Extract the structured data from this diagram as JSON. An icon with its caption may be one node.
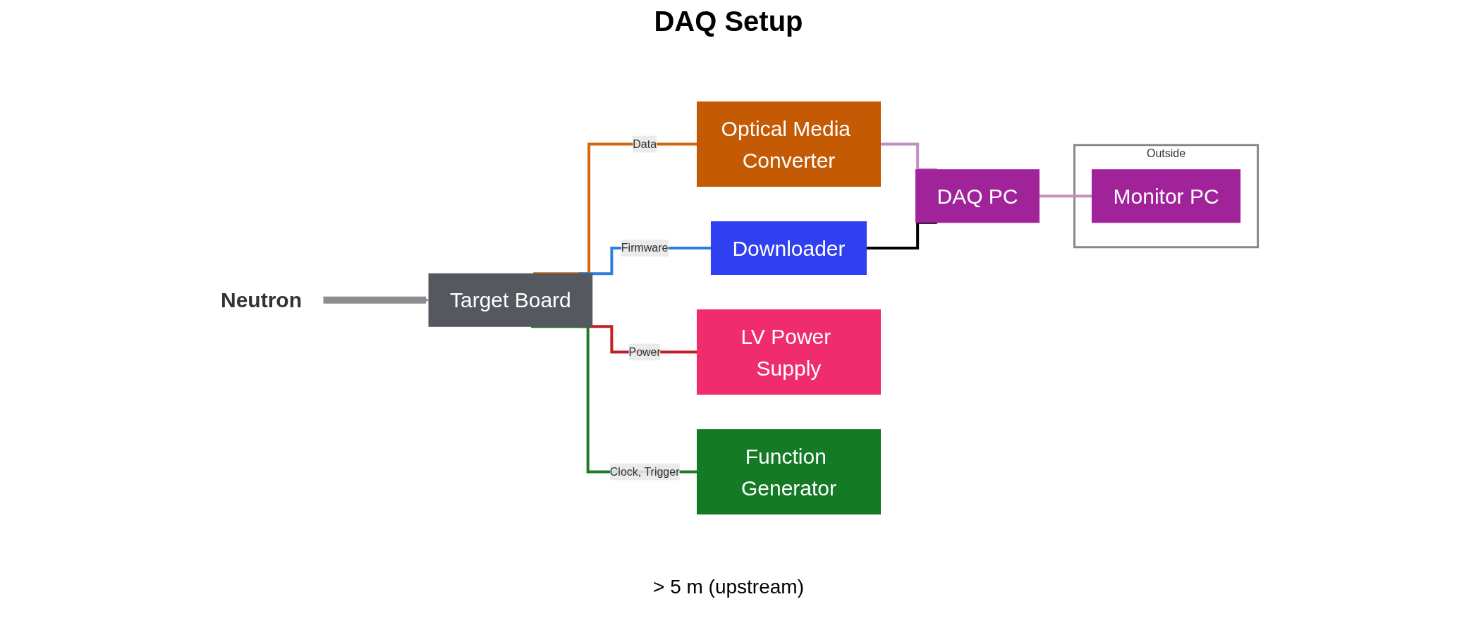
{
  "diagram": {
    "title": "DAQ Setup",
    "nodes": [
      {
        "text": [
          "Neutron"
        ]
      },
      {
        "text": [
          "Target Board"
        ]
      },
      {
        "text": [
          "Optical Media Converter"
        ]
      },
      {
        "text": [
          "DAQ PC"
        ]
      },
      {
        "text": [
          "Downloader"
        ]
      },
      {
        "text": [
          "LV Power Supply"
        ]
      },
      {
        "text": [
          "Function Generator"
        ]
      },
      {
        "text": [
          "Outside"
        ]
      },
      {
        "text": [
          "Monitor PC"
        ],
        "in": 7
      }
    ],
    "edges": [
      {
        "from": 0,
        "to": 1,
        "arrow": "to",
        "style": "thick",
        "color": "#8a8c90"
      },
      {
        "from": 1,
        "to": 2,
        "arrow": "none",
        "label": "Data",
        "color": "#d2690e"
      },
      {
        "from": 1,
        "to": 4,
        "arrow": "none",
        "label": "Firmware",
        "color": "#2f7fe0"
      },
      {
        "from": 1,
        "to": 5,
        "arrow": "none",
        "label": "Power",
        "color": "#c0202a"
      },
      {
        "from": 1,
        "to": 6,
        "arrow": "none",
        "label": "Clock, Trigger",
        "color": "#1e7a2a"
      },
      {
        "from": 2,
        "to": 3,
        "arrow": "none",
        "color": "#c48fc0"
      },
      {
        "from": 4,
        "to": 3,
        "arrow": "none",
        "color": "#000000"
      },
      {
        "from": 3,
        "to": 8,
        "arrow": "none",
        "color": "#c48fc0"
      }
    ],
    "labels": [
      "> 5 m (upstream)"
    ]
  }
}
